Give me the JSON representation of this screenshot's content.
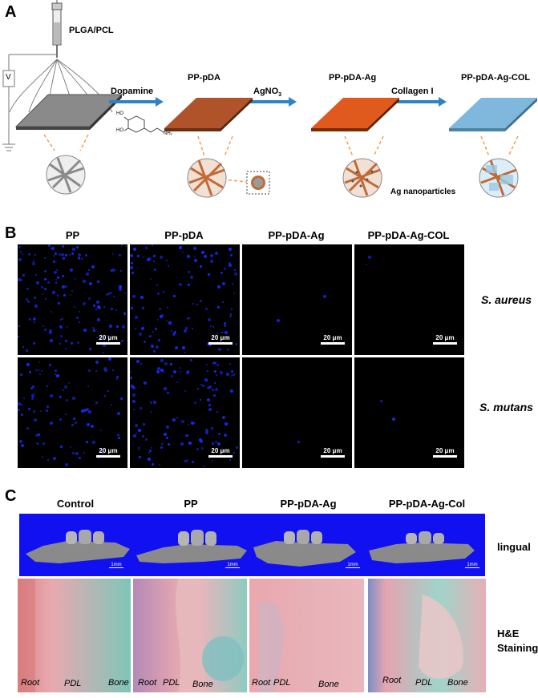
{
  "panelA": {
    "letter": "A",
    "syringe_label": "PLGA/PCL",
    "voltage_label": "V",
    "steps": [
      {
        "arrow": "Dopamine",
        "product": "PP-pDA"
      },
      {
        "arrow": "AgNO",
        "arrow_sub": "3",
        "product": "PP-pDA-Ag"
      },
      {
        "arrow": "Collagen I",
        "product": "PP-pDA-Ag-COL"
      }
    ],
    "ag_label": "Ag nanoparticles",
    "molecule_labels": {
      "ho1": "HO",
      "ho2": "HO",
      "nh2": "NH₂"
    },
    "colors": {
      "arrow": "#2f83c5",
      "membrane_pp": "#7a7a7a",
      "membrane_pda": "#b0532b",
      "membrane_ag": "#e05a1e",
      "membrane_col": "#7fb8dc",
      "guide": "#f0a050"
    }
  },
  "panelB": {
    "letter": "B",
    "columns": [
      "PP",
      "PP-pDA",
      "PP-pDA-Ag",
      "PP-pDA-Ag-COL"
    ],
    "rows": [
      "S. aureus",
      "S. mutans"
    ],
    "scale_label": "20 μm",
    "dot_color": "#1a2bff"
  },
  "panelC": {
    "letter": "C",
    "columns": [
      "Control",
      "PP",
      "PP-pDA-Ag",
      "PP-pDA-Ag-Col"
    ],
    "row_labels": {
      "ct": "lingual",
      "he_line1": "H&E",
      "he_line2": "Staining"
    },
    "ct_scale": "1mm",
    "he_labels": [
      [
        "Root",
        "PDL",
        "Bone"
      ],
      [
        "Root",
        "PDL",
        "Bone"
      ],
      [
        "Root",
        "PDL",
        "Bone"
      ],
      [
        "Root",
        "PDL",
        "Bone"
      ]
    ],
    "colors": {
      "ct_bg": "#1010f0",
      "he_pink": "#e8a0b0",
      "he_teal": "#5ab8b0"
    }
  }
}
